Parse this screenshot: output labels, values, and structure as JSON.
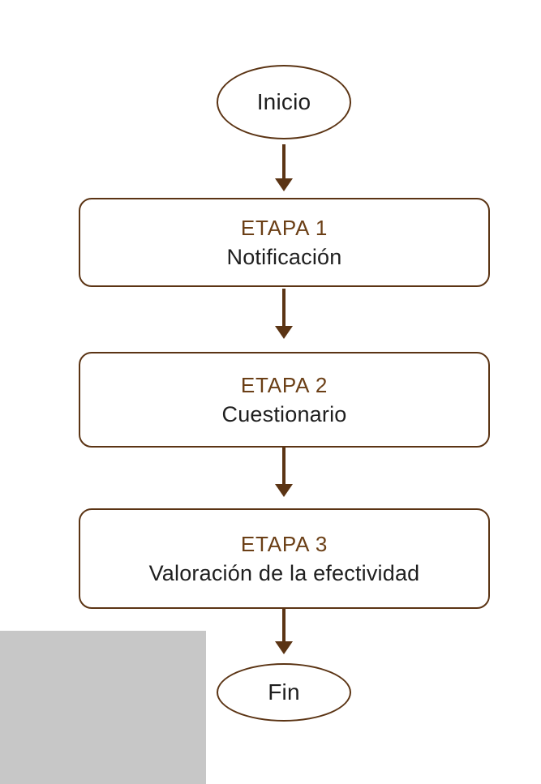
{
  "flowchart": {
    "start_label": "Inicio",
    "end_label": "Fin",
    "stages": [
      {
        "label": "ETAPA 1",
        "title": "Notificación"
      },
      {
        "label": "ETAPA 2",
        "title": "Cuestionario"
      },
      {
        "label": "ETAPA 3",
        "title": "Valoración de la efectividad"
      }
    ]
  },
  "colors": {
    "border": "#5b3414",
    "stage_label": "#6b3f16",
    "text": "#1f1f1f",
    "placeholder_block": "#c7c7c7"
  }
}
